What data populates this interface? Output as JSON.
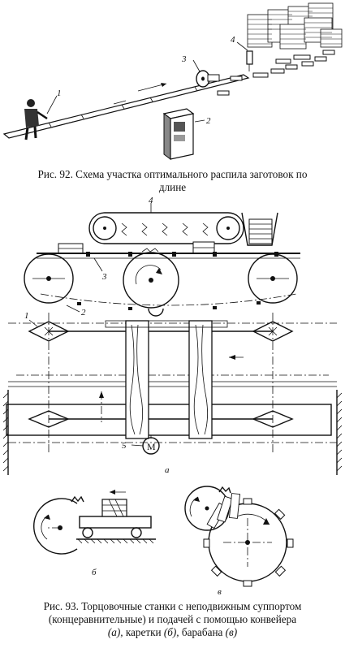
{
  "fig92": {
    "caption_line1": "Рис. 92. Схема участка оптимального распила заготовок по",
    "caption_line2": "длине",
    "labels": [
      "1",
      "2",
      "3",
      "4"
    ]
  },
  "fig93": {
    "caption_line1": "Рис. 93. Торцовочные станки с неподвижным суппортом",
    "caption_line2": "(концеравнительные) и подачей с помощью конвейера",
    "caption_line3_a": "(а),",
    "caption_line3_mid": " каретки ",
    "caption_line3_b": "(б),",
    "caption_line3_mid2": " барабана ",
    "caption_line3_c": "(в)",
    "labels": [
      "4",
      "3",
      "2",
      "1",
      "5",
      "M"
    ],
    "sub_a": "а",
    "sub_b": "б",
    "sub_c": "в"
  }
}
